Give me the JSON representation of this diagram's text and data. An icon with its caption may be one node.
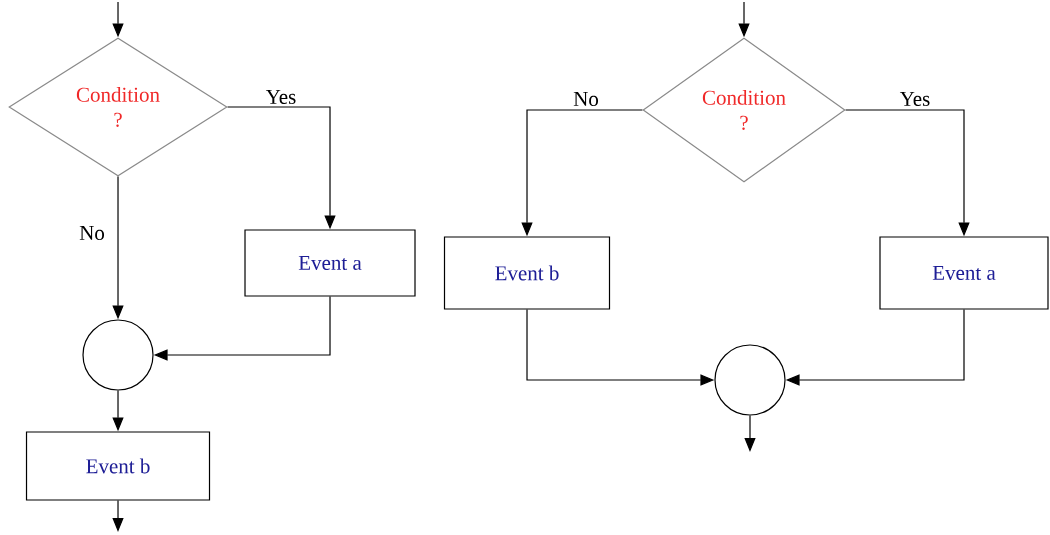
{
  "diagram": {
    "nodes": [
      {
        "text": [
          "Condition ?"
        ]
      },
      {
        "text": [
          "Event a"
        ]
      },
      {
        "text": [],
        "shape": "circle"
      },
      {
        "text": [
          "Event b"
        ]
      },
      {
        "text": [
          "Condition ?"
        ]
      },
      {
        "text": [
          "Event b"
        ]
      },
      {
        "text": [
          "Event a"
        ]
      },
      {
        "text": [],
        "shape": "circle"
      }
    ],
    "edges": [
      {
        "from": null,
        "to": 0,
        "arrow": "to"
      },
      {
        "from": 0,
        "to": 1,
        "arrow": "to",
        "label": "Yes"
      },
      {
        "from": 0,
        "to": 2,
        "arrow": "to",
        "label": "No"
      },
      {
        "from": 1,
        "to": 2,
        "arrow": "to"
      },
      {
        "from": 2,
        "to": 3,
        "arrow": "to"
      },
      {
        "from": 3,
        "to": null,
        "arrow": "to"
      },
      {
        "from": null,
        "to": 4,
        "arrow": "to"
      },
      {
        "from": 4,
        "to": 5,
        "arrow": "to",
        "label": "No"
      },
      {
        "from": 4,
        "to": 6,
        "arrow": "to",
        "label": "Yes"
      },
      {
        "from": 5,
        "to": 7,
        "arrow": "to"
      },
      {
        "from": 6,
        "to": 7,
        "arrow": "to"
      },
      {
        "from": 7,
        "to": null,
        "arrow": "to"
      }
    ]
  }
}
